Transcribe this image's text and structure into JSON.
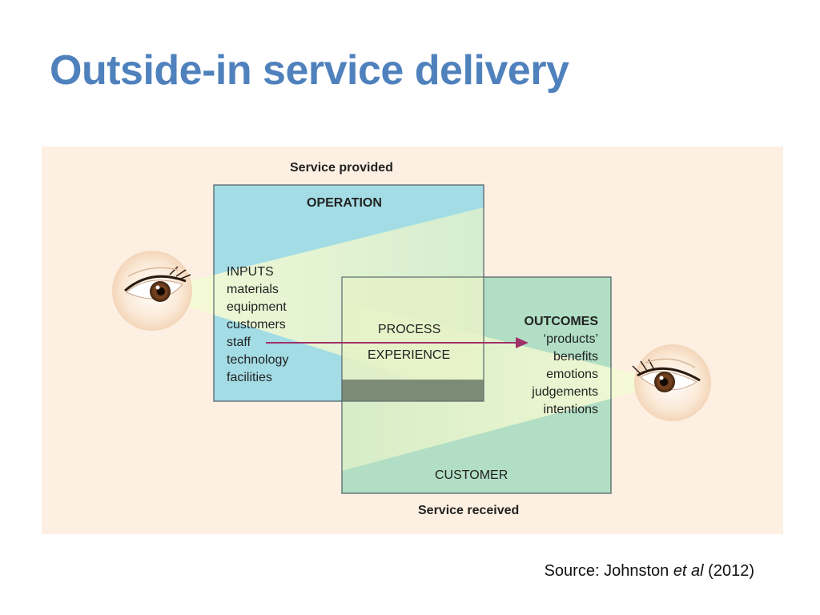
{
  "slide": {
    "title": "Outside-in service delivery",
    "source": {
      "prefix": "Source: Johnston ",
      "italic": "et al",
      "suffix": " (2012)"
    }
  },
  "diagram": {
    "top_label": "Service provided",
    "bottom_label": "Service received",
    "operation": {
      "title": "OPERATION",
      "inputs_heading": "INPUTS",
      "inputs": [
        "materials",
        "equipment",
        "customers",
        "staff",
        "technology",
        "facilities"
      ]
    },
    "overlap": {
      "process_label": "PROCESS",
      "experience_label": "EXPERIENCE"
    },
    "customer": {
      "title": "CUSTOMER",
      "outcomes_heading": "OUTCOMES",
      "outcomes": [
        "‘products’",
        "benefits",
        "emotions",
        "judgements",
        "intentions"
      ]
    },
    "colors": {
      "title": "#4F81BD",
      "panel_background": "#FDF0E2",
      "operation_box": "#A3DCE5",
      "customer_box": "#B1DEC4",
      "light_beam": "#EEF8C8",
      "flow_arrow": "#A0306A",
      "shadow_band": "#7D8C77"
    },
    "icons": [
      "left-eye-icon",
      "right-eye-icon"
    ]
  }
}
